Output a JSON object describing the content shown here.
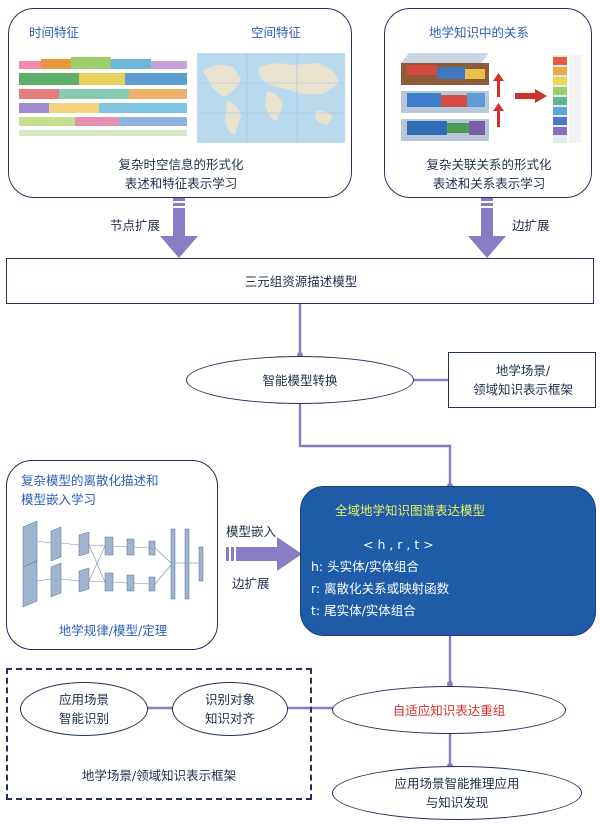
{
  "top_left_box": {
    "temporal_label": "时间特征",
    "spatial_label": "空间特征",
    "caption_line1": "复杂时空信息的形式化",
    "caption_line2": "表述和特征表示学习"
  },
  "top_right_box": {
    "title": "地学知识中的关系",
    "caption_line1": "复杂关联关系的形式化",
    "caption_line2": "表述和关系表示学习"
  },
  "arrow_labels": {
    "node_expand": "节点扩展",
    "edge_expand": "边扩展",
    "model_embed": "模型嵌入",
    "edge_expand_2": "边扩展"
  },
  "triple_box": {
    "label": "三元组资源描述模型"
  },
  "smart_model": {
    "label": "智能模型转换"
  },
  "scene_frame_box": {
    "line1": "地学场景/",
    "line2": "领域知识表示框架"
  },
  "left_mid_box": {
    "title_line1": "复杂模型的离散化描述和",
    "title_line2": "模型嵌入学习",
    "caption": "地学规律/模型/定理"
  },
  "central_box": {
    "title": "全域地学知识图谱表达模型",
    "triple": "< h , r , t >",
    "h_line": "h: 头实体/实体组合",
    "r_line": "r: 离散化关系或映射函数",
    "t_line": "t: 尾实体/实体组合"
  },
  "dashed_frame": {
    "app_line1": "应用场景",
    "app_line2": "智能识别",
    "recog_line1": "识别对象",
    "recog_line2": "知识对齐",
    "caption": "地学场景/领域知识表示框架"
  },
  "adaptive": {
    "label": "自适应知识表达重组"
  },
  "final": {
    "line1": "应用场景智能推理应用",
    "line2": "与知识发现"
  },
  "colors": {
    "arrow_purple": "#8a7cc4",
    "dark_blue_box": "#1f5ca8",
    "outline": "#23325a",
    "accent_red": "#d0312d"
  }
}
